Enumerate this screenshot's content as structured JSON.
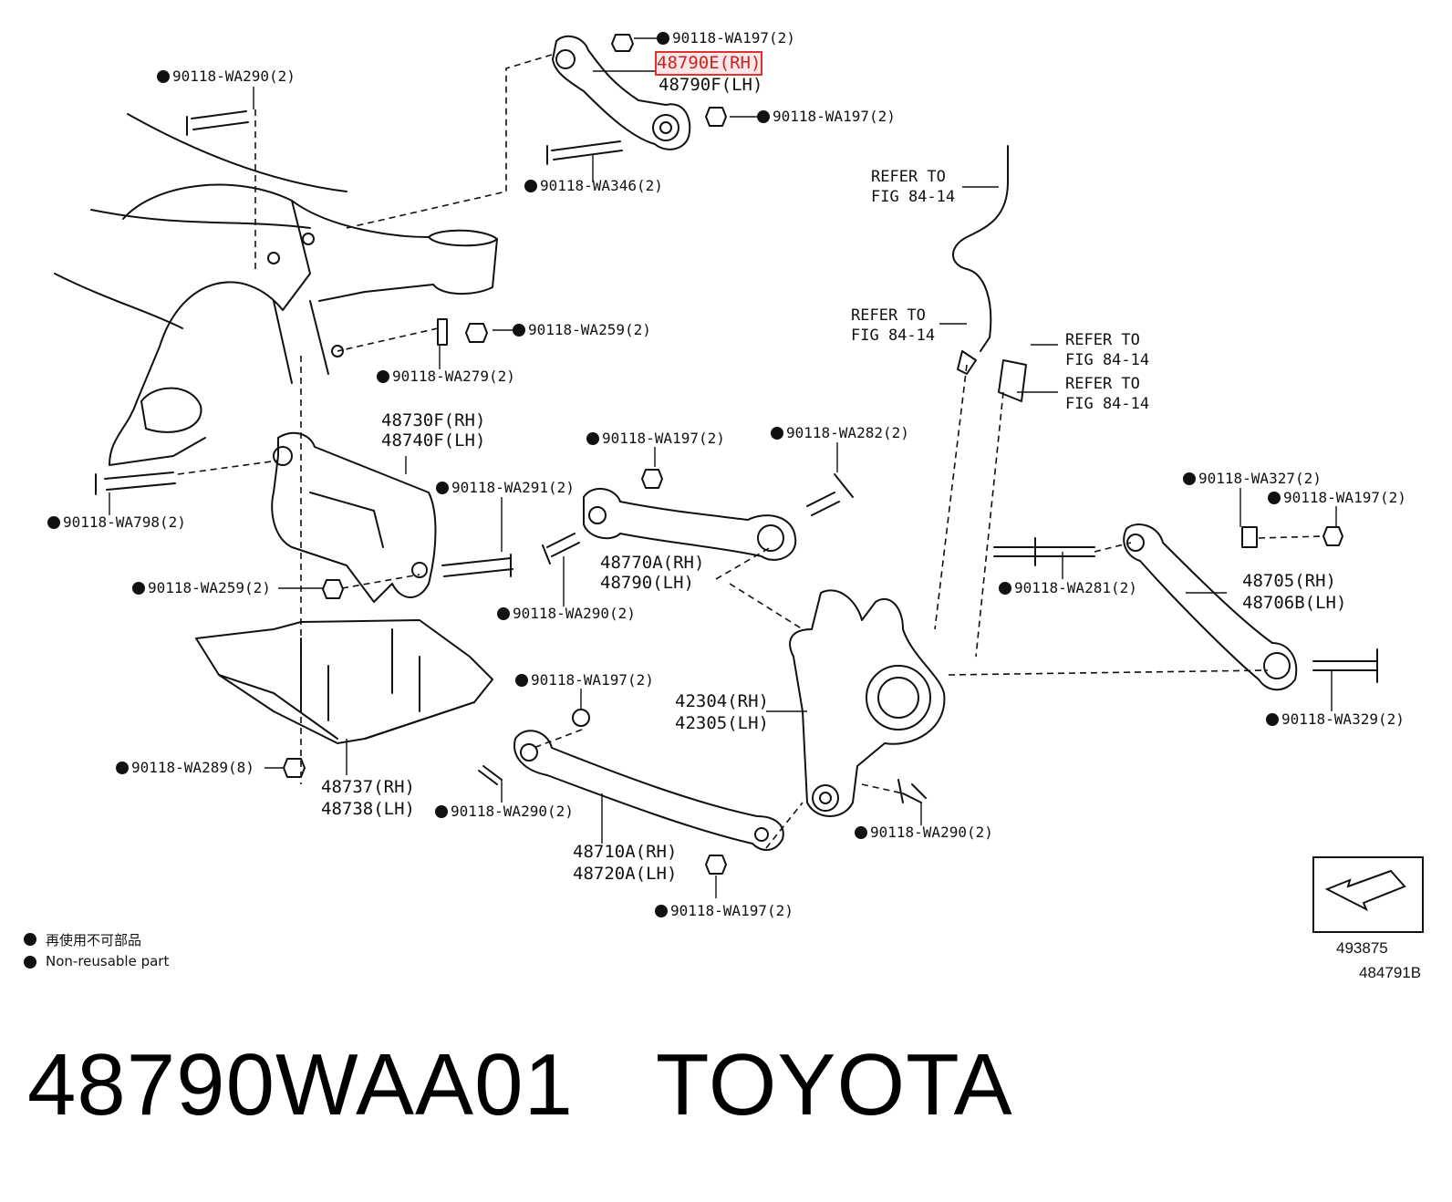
{
  "parts": {
    "upper_arm": {
      "rh": "48790E(RH)",
      "lh": "48790F(LH)"
    },
    "rear_arm": {
      "rh": "48730F(RH)",
      "lh": "48740F(LH)"
    },
    "toe_arm": {
      "rh": "48770A(RH)",
      "lh": "48790(LH)"
    },
    "lateral_arm": {
      "rh": "48705(RH)",
      "lh": "48706B(LH)"
    },
    "knuckle": {
      "rh": "42304(RH)",
      "lh": "42305(LH)"
    },
    "lower_arm": {
      "rh": "48710A(RH)",
      "lh": "48720A(LH)"
    },
    "cover": {
      "rh": "48737(RH)",
      "lh": "48738(LH)"
    }
  },
  "fasteners": {
    "wa197_top": "90118-WA197(2)",
    "wa290_top": "90118-WA290(2)",
    "wa197_upper_nut": "90118-WA197(2)",
    "wa346": "90118-WA346(2)",
    "wa259_upper": "90118-WA259(2)",
    "wa279": "90118-WA279(2)",
    "wa197_toe": "90118-WA197(2)",
    "wa282": "90118-WA282(2)",
    "wa291": "90118-WA291(2)",
    "wa798": "90118-WA798(2)",
    "wa259_lower": "90118-WA259(2)",
    "wa290_toe": "90118-WA290(2)",
    "wa327": "90118-WA327(2)",
    "wa197_lat": "90118-WA197(2)",
    "wa281": "90118-WA281(2)",
    "wa197_lower_washer": "90118-WA197(2)",
    "wa289": "90118-WA289(8)",
    "wa290_lower": "90118-WA290(2)",
    "wa290_knuckle": "90118-WA290(2)",
    "wa197_bottom": "90118-WA197(2)",
    "wa329": "90118-WA329(2)"
  },
  "refer": {
    "line1": "REFER TO",
    "line2": "FIG 84-14"
  },
  "legend": {
    "jp": "再使用不可部品",
    "en": "Non-reusable part"
  },
  "figure": {
    "illus_number": "493875",
    "fig_number": "484791B"
  },
  "footer": {
    "part_number": "48790WAA01",
    "brand": "TOYOTA"
  },
  "highlight_color": "#d33333"
}
